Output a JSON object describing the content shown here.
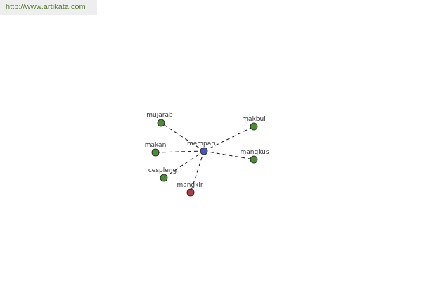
{
  "header": {
    "url_text": "http://www.artikata.com"
  },
  "graph": {
    "center": {
      "id": "center",
      "label": "mempan",
      "color": "#4a5aa8"
    },
    "nodes": [
      {
        "id": "mujarab",
        "label": "mujarab",
        "color": "#4f8a3c"
      },
      {
        "id": "makbul",
        "label": "makbul",
        "color": "#4f8a3c"
      },
      {
        "id": "makan",
        "label": "makan",
        "color": "#4f8a3c"
      },
      {
        "id": "mangkus",
        "label": "mangkus",
        "color": "#4f8a3c"
      },
      {
        "id": "cespleng",
        "label": "cespleng",
        "color": "#4f8a3c"
      },
      {
        "id": "mangkir",
        "label": "mangkir",
        "color": "#a8404a"
      }
    ],
    "edges": [
      [
        "center",
        "mujarab"
      ],
      [
        "center",
        "makbul"
      ],
      [
        "center",
        "makan"
      ],
      [
        "center",
        "mangkus"
      ],
      [
        "center",
        "cespleng"
      ],
      [
        "center",
        "mangkir"
      ]
    ]
  }
}
